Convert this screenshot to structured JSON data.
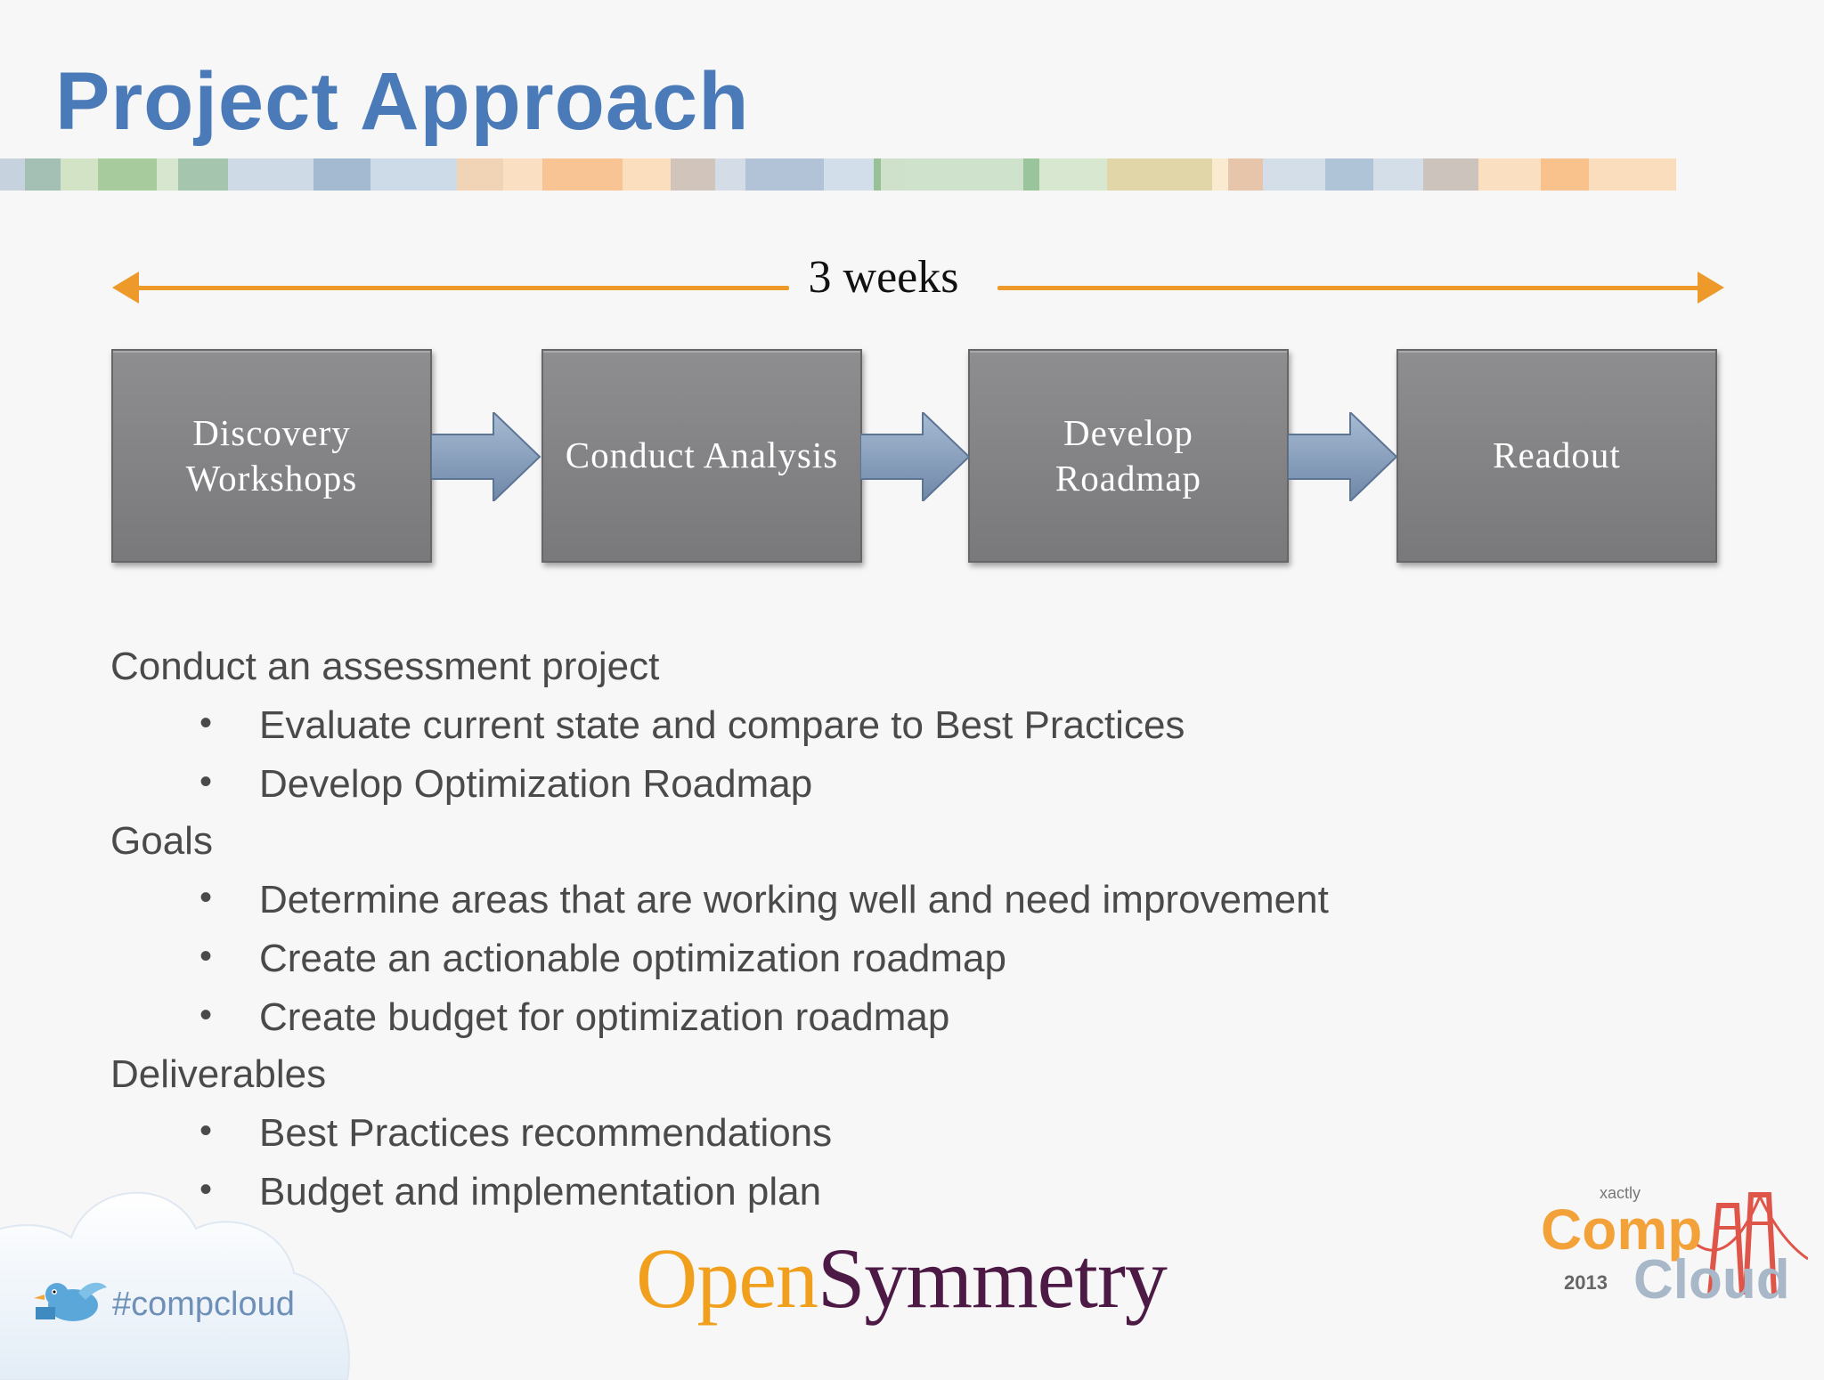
{
  "slide": {
    "title": "Project Approach"
  },
  "timeline": {
    "label": "3 weeks",
    "color": "#ee9a2a"
  },
  "process_steps": [
    {
      "label": "Discovery\nWorkshops"
    },
    {
      "label": "Conduct Analysis"
    },
    {
      "label": "Develop\nRoadmap"
    },
    {
      "label": "Readout"
    }
  ],
  "content": {
    "sections": [
      {
        "heading": "Conduct an assessment project",
        "bullets": [
          "Evaluate current state and compare to Best Practices",
          "Develop Optimization Roadmap"
        ]
      },
      {
        "heading": "Goals",
        "bullets": [
          "Determine areas that are working well and need improvement",
          "Create an actionable optimization roadmap",
          "Create budget for optimization roadmap"
        ]
      },
      {
        "heading": "Deliverables",
        "bullets": [
          "Best Practices recommendations",
          "Budget and implementation plan"
        ]
      }
    ],
    "bullet_glyph": "•"
  },
  "footer": {
    "hashtag": "#compcloud",
    "logo_part1": "Open",
    "logo_part2": "Symmetry",
    "conference_logo": {
      "brand": "xactly",
      "word1": "Comp",
      "word2": "Cloud",
      "year": "2013"
    }
  },
  "colors": {
    "title": "#4a7ab8",
    "box_gray": "#838385",
    "arrow_blue": "#7f98b6",
    "logo_orange": "#f0a01d",
    "logo_purple": "#4d1a45"
  }
}
